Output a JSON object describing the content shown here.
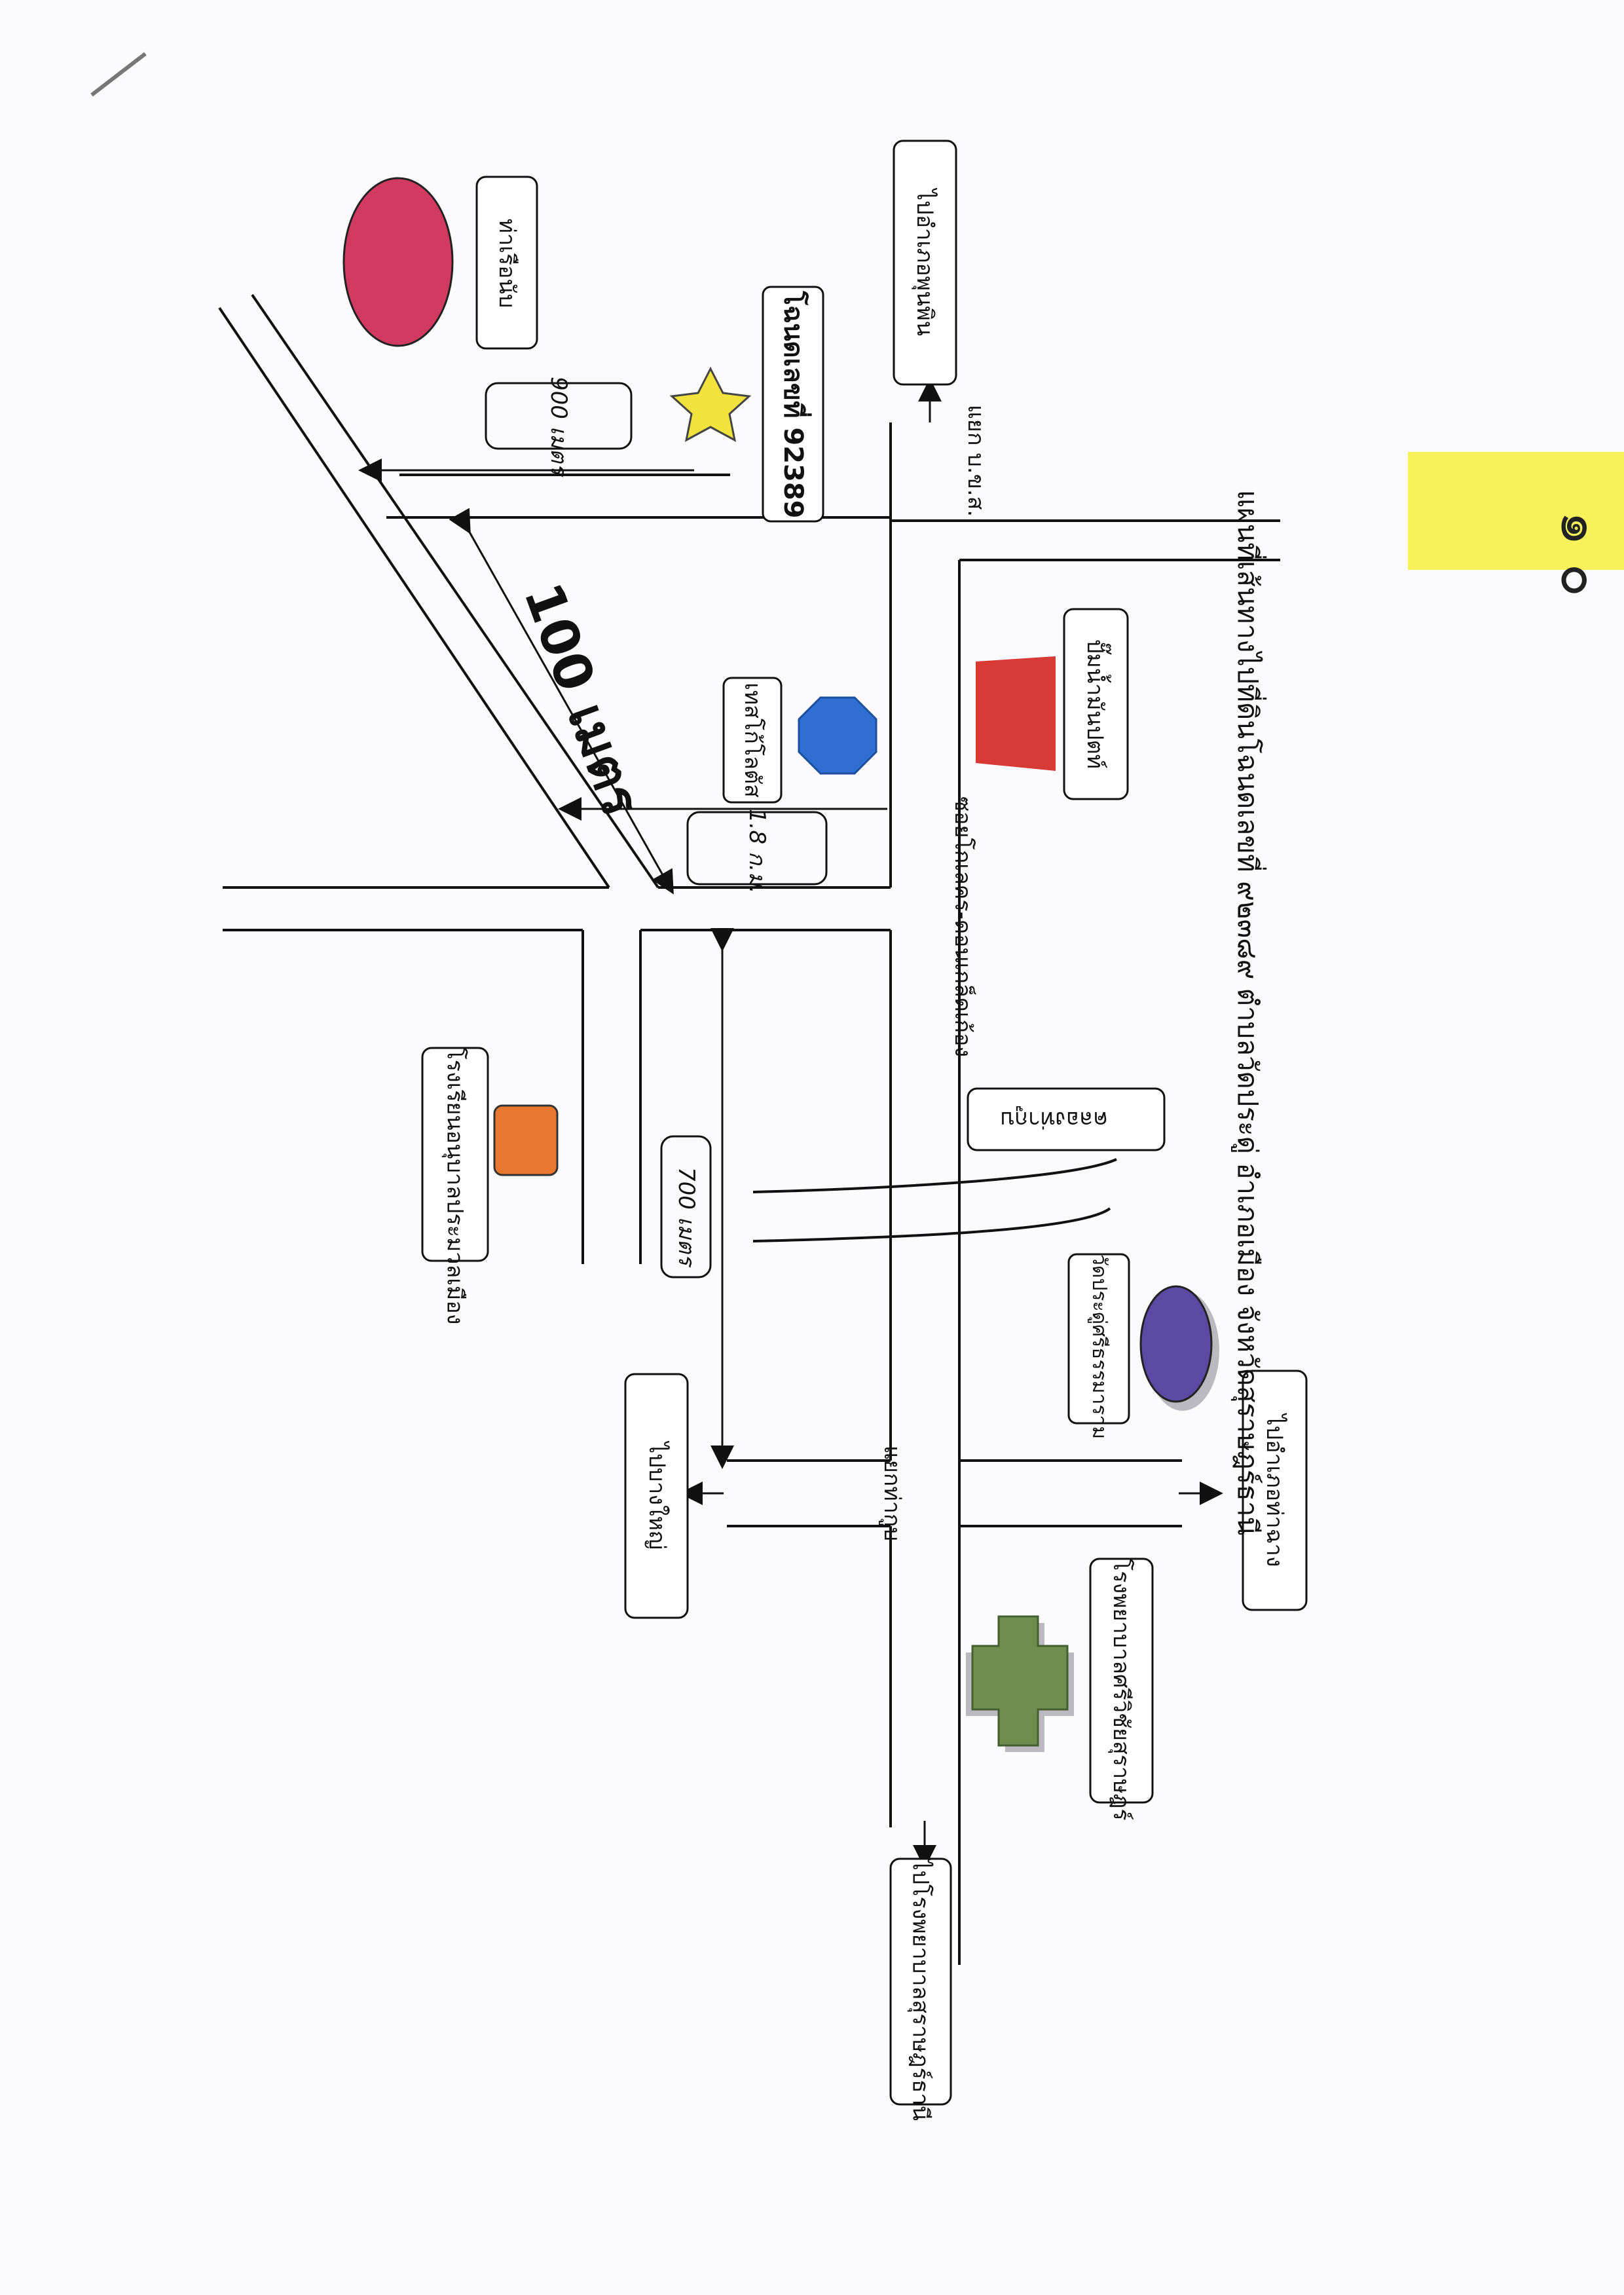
{
  "page_title": "แผนที่เส้นทางไปที่ดินโฉนดเลขที่ ๙๒๓๘๙ ตำบลวัดประดู่ อำเภอเมือง จังหวัดสุราษฎร์ธานี",
  "page_number_note": "๑ ๐",
  "target_parcel": "โฉนดเลขที่ 92389",
  "distances": {
    "d900": "900 เมตร",
    "d100": "100 เมตร",
    "d1_8": "1.8 ก.ม.",
    "d700": "700 เมตร"
  },
  "junctions": {
    "bks": "แยก บ.ข.ส.",
    "thakhun": "แยกท่ากูบ"
  },
  "roads": {
    "soi": "ซอยโกเลคร-ดอนเกล็ดเก้อง"
  },
  "places": {
    "harbor": "ท่าเรือนับ",
    "tesco": "เทสโก้โลตัส",
    "ptt": "ปั๊มน้ำมันปตท์",
    "school": "โรงเรียนอนุบาลประมวลเมือง",
    "canal": "คลองท่ากูบ",
    "temple": "วัดประดู่ศรีธรรมาราม",
    "hospital": "โรงพยาบาลศรีวิชัยสุราษฎร์"
  },
  "directions": {
    "to_phunphin": "ไปอำเภอพุนพิน",
    "to_bangyai": "ไปบางใหญ่",
    "to_thachang": "ไปอำเภอท่าฉาง",
    "to_surat_hospital": "ไปโรงพยาบาลสุราษฎร์ธานี"
  },
  "icons": [
    "star-icon",
    "circle-marker-icon",
    "octagon-marker-icon",
    "trapezoid-marker-icon",
    "square-marker-icon",
    "cross-marker-icon"
  ],
  "colors": {
    "star": "#f1e33c",
    "harbor": "#d23a62",
    "tesco": "#2f6fd1",
    "ptt": "#d83a36",
    "school": "#e8782f",
    "temple": "#5a4aa4",
    "hospital": "#6e8d4e",
    "sticky_note": "#f7f25a"
  }
}
